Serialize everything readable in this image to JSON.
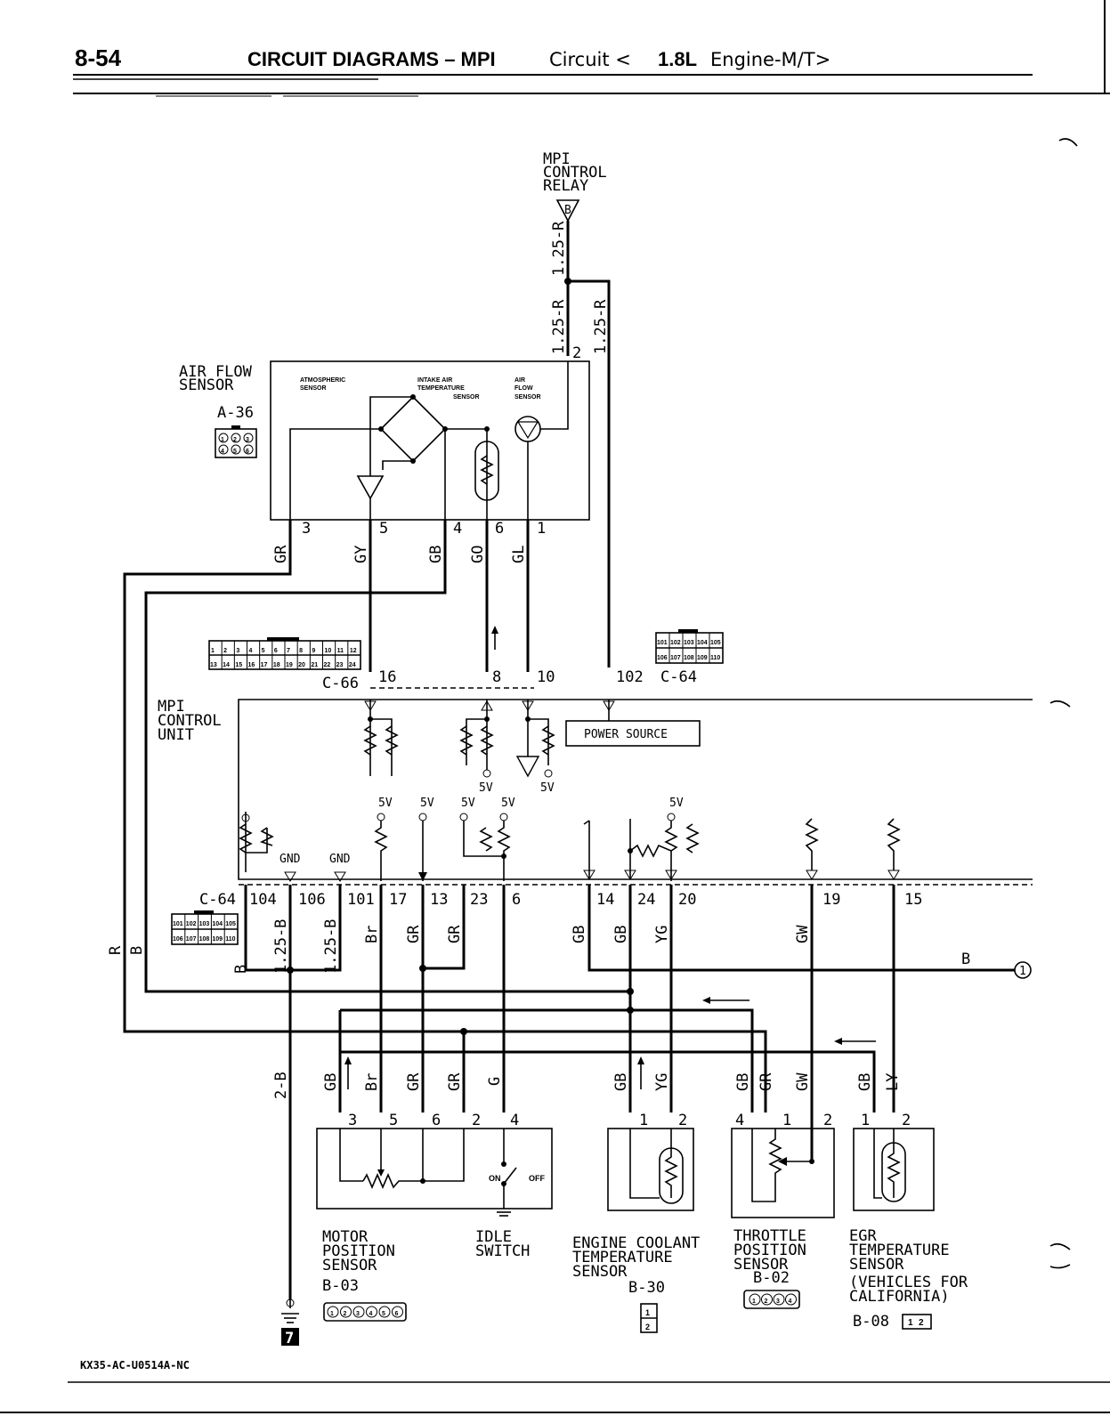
{
  "header": {
    "page_number": "8-54",
    "title_bold": "CIRCUIT DIAGRAMS – MPI",
    "title_circuit": "Circuit <",
    "title_engine_bold": "1.8L",
    "title_engine": "Engine-M/T>"
  },
  "mpi_relay": {
    "line1": "MPI",
    "line2": "CONTROL",
    "line3": "RELAY",
    "terminal": "B"
  },
  "relay_wires": {
    "upper": "1.25-R",
    "lower_left": "1.25-R",
    "lower_right": "1.25-R"
  },
  "air_flow_sensor": {
    "line1": "AIR FLOW",
    "line2": "SENSOR",
    "connector": "A-36",
    "connector_pins": [
      "1",
      "2",
      "3",
      "4",
      "5",
      "6"
    ],
    "internal_atmo_1": "ATMOSPHERIC",
    "internal_atmo_2": "SENSOR",
    "internal_iat_1": "INTAKE AIR",
    "internal_iat_2": "TEMPERATURE",
    "internal_iat_3": "SENSOR",
    "internal_afs_1": "AIR",
    "internal_afs_2": "FLOW",
    "internal_afs_3": "SENSOR",
    "pins": [
      "3",
      "5",
      "4",
      "6",
      "1",
      "2"
    ],
    "wires": [
      "GR",
      "GY",
      "GB",
      "GO",
      "GL"
    ]
  },
  "c66": {
    "label": "C-66",
    "pin_16": "16",
    "pin_8": "8",
    "pin_10": "10",
    "grid_top": [
      "1",
      "2",
      "3",
      "4",
      "5",
      "6",
      "7",
      "8",
      "9",
      "10",
      "11",
      "12"
    ],
    "grid_bottom": [
      "13",
      "14",
      "15",
      "16",
      "17",
      "18",
      "19",
      "20",
      "21",
      "22",
      "23",
      "24"
    ]
  },
  "c64": {
    "label": "C-64",
    "pin_102": "102",
    "grid_top": [
      "101",
      "102",
      "103",
      "104",
      "105"
    ],
    "grid_bottom": [
      "106",
      "107",
      "108",
      "109",
      "110"
    ]
  },
  "control_unit": {
    "line1": "MPI",
    "line2": "CONTROL",
    "line3": "UNIT",
    "power_source": "POWER SOURCE",
    "v5": "5V",
    "gnd": "GND"
  },
  "bottom_pins": {
    "connector": "C-64",
    "pins": [
      "104",
      "106",
      "101",
      "17",
      "13",
      "23",
      "6",
      "14",
      "24",
      "20",
      "19",
      "15"
    ],
    "wires": [
      "B",
      "1.25-B",
      "1.25-B",
      "Br",
      "GR",
      "GR",
      "GB",
      "GB",
      "YG",
      "GW"
    ],
    "b_wire": "B",
    "left_r": "R",
    "left_br": "B"
  },
  "ground_wire": "2-B",
  "ground_num": "7",
  "connector_ref": "1",
  "motor_position_sensor": {
    "line1": "MOTOR",
    "line2": "POSITION",
    "line3": "SENSOR",
    "connector": "B-03",
    "pins": [
      "3",
      "5",
      "6",
      "2"
    ],
    "wires": [
      "GB",
      "Br",
      "GR",
      "GR"
    ],
    "pin_count_labels": [
      "1",
      "2",
      "3",
      "4",
      "5",
      "6"
    ]
  },
  "idle_switch": {
    "line1": "IDLE",
    "line2": "SWITCH",
    "pin": "4",
    "wire": "G",
    "on": "ON",
    "off": "OFF"
  },
  "coolant_sensor": {
    "line1": "ENGINE COOLANT",
    "line2": "TEMPERATURE",
    "line3": "SENSOR",
    "connector": "B-30",
    "pins": [
      "1",
      "2"
    ],
    "wires": [
      "GB",
      "YG"
    ]
  },
  "throttle_sensor": {
    "line1": "THROTTLE",
    "line2": "POSITION",
    "line3": "SENSOR",
    "connector": "B-02",
    "pins": [
      "4",
      "1",
      "2"
    ],
    "wires": [
      "GB",
      "GR",
      "GW"
    ],
    "pin_count_labels": [
      "1",
      "2",
      "3",
      "4"
    ]
  },
  "egr_sensor": {
    "line1": "EGR",
    "line2": "TEMPERATURE",
    "line3": "SENSOR",
    "line4": "(VEHICLES FOR",
    "line5": "CALIFORNIA)",
    "connector": "B-08",
    "pins": [
      "1",
      "2"
    ],
    "wires": [
      "GB",
      "LY"
    ]
  },
  "footer_code": "KX35-AC-U0514A-NC"
}
